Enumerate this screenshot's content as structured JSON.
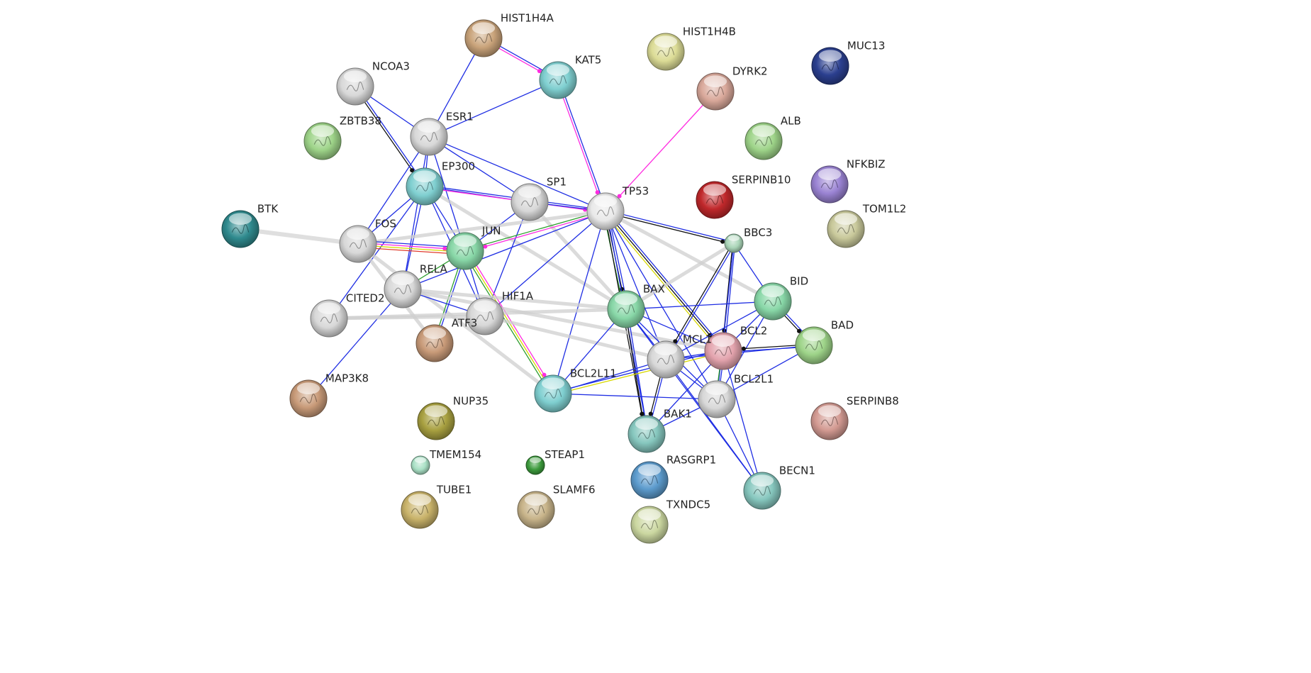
{
  "network": {
    "node_colors": {
      "grey": "#d8d8d8",
      "tan": "#c9a37a",
      "teal": "#7fcfd0",
      "olive": "#dcdc96",
      "rose": "#d9a89a",
      "navy": "#2b3f8f",
      "green": "#9ed489",
      "red": "#c0282b",
      "purple": "#9a83d3",
      "khaki": "#c9c99b",
      "darkteal": "#2f8a8e",
      "mint": "#88d7a7",
      "brown": "#c89a78",
      "mustard": "#a8a040",
      "paleteal": "#86c7be",
      "pink": "#e3a3ad",
      "salmon": "#d39a92",
      "steelblue": "#5c9bcd",
      "paleolive": "#cbd7a0",
      "lightmint": "#a9e0c5",
      "darkgreen": "#3c9a3c",
      "taupe": "#c8b48a",
      "gold": "#c9b36a",
      "sage": "#a9d4b7",
      "white": "#e9e9e9"
    },
    "edge_colors": {
      "blue": "#1f2ee3",
      "black": "#111111",
      "magenta": "#ff2ce0",
      "yellow": "#d8d800",
      "grey": "#d4d4d4",
      "lightgrey": "#cfcfcf",
      "green": "#2e9e2e",
      "red": "#e03a2a"
    },
    "nodes": [
      {
        "id": "HIST1H4A",
        "label": "HIST1H4A",
        "color": "tan"
      },
      {
        "id": "KAT5",
        "label": "KAT5",
        "color": "teal"
      },
      {
        "id": "HIST1H4B",
        "label": "HIST1H4B",
        "color": "olive"
      },
      {
        "id": "DYRK2",
        "label": "DYRK2",
        "color": "rose"
      },
      {
        "id": "MUC13",
        "label": "MUC13",
        "color": "navy"
      },
      {
        "id": "NCOA3",
        "label": "NCOA3",
        "color": "grey"
      },
      {
        "id": "ESR1",
        "label": "ESR1",
        "color": "grey"
      },
      {
        "id": "ZBTB38",
        "label": "ZBTB38",
        "color": "green"
      },
      {
        "id": "ALB",
        "label": "ALB",
        "color": "green"
      },
      {
        "id": "EP300",
        "label": "EP300",
        "color": "teal"
      },
      {
        "id": "SERPINB10",
        "label": "SERPINB10",
        "color": "red"
      },
      {
        "id": "NFKBIZ",
        "label": "NFKBIZ",
        "color": "purple"
      },
      {
        "id": "SP1",
        "label": "SP1",
        "color": "grey"
      },
      {
        "id": "TP53",
        "label": "TP53",
        "color": "white"
      },
      {
        "id": "TOM1L2",
        "label": "TOM1L2",
        "color": "khaki"
      },
      {
        "id": "BTK",
        "label": "BTK",
        "color": "darkteal"
      },
      {
        "id": "FOS",
        "label": "FOS",
        "color": "grey"
      },
      {
        "id": "JUN",
        "label": "JUN",
        "color": "mint"
      },
      {
        "id": "BBC3",
        "label": "BBC3",
        "color": "sage"
      },
      {
        "id": "RELA",
        "label": "RELA",
        "color": "grey"
      },
      {
        "id": "BID",
        "label": "BID",
        "color": "mint"
      },
      {
        "id": "CITED2",
        "label": "CITED2",
        "color": "grey"
      },
      {
        "id": "HIF1A",
        "label": "HIF1A",
        "color": "grey"
      },
      {
        "id": "BAX",
        "label": "BAX",
        "color": "mint"
      },
      {
        "id": "ATF3",
        "label": "ATF3",
        "color": "brown"
      },
      {
        "id": "BAD",
        "label": "BAD",
        "color": "green"
      },
      {
        "id": "BCL2",
        "label": "BCL2",
        "color": "pink"
      },
      {
        "id": "MCL1",
        "label": "MCL1",
        "color": "grey"
      },
      {
        "id": "BCL2L11",
        "label": "BCL2L11",
        "color": "teal"
      },
      {
        "id": "BCL2L1",
        "label": "BCL2L1",
        "color": "grey"
      },
      {
        "id": "MAP3K8",
        "label": "MAP3K8",
        "color": "brown"
      },
      {
        "id": "NUP35",
        "label": "NUP35",
        "color": "mustard"
      },
      {
        "id": "SERPINB8",
        "label": "SERPINB8",
        "color": "salmon"
      },
      {
        "id": "BAK1",
        "label": "BAK1",
        "color": "paleteal"
      },
      {
        "id": "TMEM154",
        "label": "TMEM154",
        "color": "lightmint"
      },
      {
        "id": "STEAP1",
        "label": "STEAP1",
        "color": "darkgreen"
      },
      {
        "id": "RASGRP1",
        "label": "RASGRP1",
        "color": "steelblue"
      },
      {
        "id": "BECN1",
        "label": "BECN1",
        "color": "paleteal"
      },
      {
        "id": "TUBE1",
        "label": "TUBE1",
        "color": "gold"
      },
      {
        "id": "SLAMF6",
        "label": "SLAMF6",
        "color": "taupe"
      },
      {
        "id": "TXNDC5",
        "label": "TXNDC5",
        "color": "paleolive"
      }
    ],
    "edges": [
      {
        "a": "HIST1H4A",
        "b": "KAT5",
        "color": "blue"
      },
      {
        "a": "HIST1H4A",
        "b": "KAT5",
        "color": "magenta"
      },
      {
        "a": "HIST1H4A",
        "b": "ESR1",
        "color": "blue"
      },
      {
        "a": "KAT5",
        "b": "ESR1",
        "color": "blue"
      },
      {
        "a": "KAT5",
        "b": "TP53",
        "color": "blue"
      },
      {
        "a": "KAT5",
        "b": "TP53",
        "color": "magenta"
      },
      {
        "a": "DYRK2",
        "b": "TP53",
        "color": "magenta"
      },
      {
        "a": "NCOA3",
        "b": "EP300",
        "color": "blue"
      },
      {
        "a": "NCOA3",
        "b": "EP300",
        "color": "black"
      },
      {
        "a": "NCOA3",
        "b": "ESR1",
        "color": "blue"
      },
      {
        "a": "ESR1",
        "b": "EP300",
        "color": "blue"
      },
      {
        "a": "ESR1",
        "b": "SP1",
        "color": "blue"
      },
      {
        "a": "ESR1",
        "b": "TP53",
        "color": "blue"
      },
      {
        "a": "ESR1",
        "b": "JUN",
        "color": "blue"
      },
      {
        "a": "ESR1",
        "b": "FOS",
        "color": "blue"
      },
      {
        "a": "ESR1",
        "b": "RELA",
        "color": "blue"
      },
      {
        "a": "EP300",
        "b": "SP1",
        "color": "blue"
      },
      {
        "a": "EP300",
        "b": "TP53",
        "color": "blue"
      },
      {
        "a": "EP300",
        "b": "TP53",
        "color": "magenta"
      },
      {
        "a": "EP300",
        "b": "JUN",
        "color": "blue"
      },
      {
        "a": "EP300",
        "b": "FOS",
        "color": "blue"
      },
      {
        "a": "EP300",
        "b": "RELA",
        "color": "blue"
      },
      {
        "a": "EP300",
        "b": "HIF1A",
        "color": "blue"
      },
      {
        "a": "EP300",
        "b": "CITED2",
        "color": "blue"
      },
      {
        "a": "EP300",
        "b": "BAX",
        "color": "lightgrey"
      },
      {
        "a": "SP1",
        "b": "TP53",
        "color": "blue"
      },
      {
        "a": "SP1",
        "b": "JUN",
        "color": "blue"
      },
      {
        "a": "SP1",
        "b": "HIF1A",
        "color": "blue"
      },
      {
        "a": "SP1",
        "b": "BAX",
        "color": "lightgrey"
      },
      {
        "a": "TP53",
        "b": "JUN",
        "color": "magenta"
      },
      {
        "a": "TP53",
        "b": "JUN",
        "color": "green"
      },
      {
        "a": "TP53",
        "b": "FOS",
        "color": "lightgrey"
      },
      {
        "a": "TP53",
        "b": "RELA",
        "color": "blue"
      },
      {
        "a": "TP53",
        "b": "HIF1A",
        "color": "blue"
      },
      {
        "a": "TP53",
        "b": "BBC3",
        "color": "blue"
      },
      {
        "a": "TP53",
        "b": "BBC3",
        "color": "black"
      },
      {
        "a": "TP53",
        "b": "BAX",
        "color": "blue"
      },
      {
        "a": "TP53",
        "b": "BAX",
        "color": "black"
      },
      {
        "a": "TP53",
        "b": "BAX",
        "color": "green"
      },
      {
        "a": "TP53",
        "b": "BCL2",
        "color": "blue"
      },
      {
        "a": "TP53",
        "b": "BCL2",
        "color": "black"
      },
      {
        "a": "TP53",
        "b": "BCL2",
        "color": "yellow"
      },
      {
        "a": "TP53",
        "b": "MCL1",
        "color": "blue"
      },
      {
        "a": "TP53",
        "b": "BCL2L1",
        "color": "blue"
      },
      {
        "a": "TP53",
        "b": "BAK1",
        "color": "blue"
      },
      {
        "a": "TP53",
        "b": "BAK1",
        "color": "black"
      },
      {
        "a": "TP53",
        "b": "BID",
        "color": "lightgrey"
      },
      {
        "a": "TP53",
        "b": "BCL2L11",
        "color": "blue"
      },
      {
        "a": "BTK",
        "b": "FOS",
        "color": "grey"
      },
      {
        "a": "FOS",
        "b": "JUN",
        "color": "blue"
      },
      {
        "a": "FOS",
        "b": "JUN",
        "color": "magenta"
      },
      {
        "a": "FOS",
        "b": "JUN",
        "color": "yellow"
      },
      {
        "a": "FOS",
        "b": "JUN",
        "color": "red"
      },
      {
        "a": "FOS",
        "b": "ATF3",
        "color": "lightgrey"
      },
      {
        "a": "FOS",
        "b": "BCL2L11",
        "color": "lightgrey"
      },
      {
        "a": "JUN",
        "b": "RELA",
        "color": "green"
      },
      {
        "a": "JUN",
        "b": "ATF3",
        "color": "blue"
      },
      {
        "a": "JUN",
        "b": "ATF3",
        "color": "green"
      },
      {
        "a": "JUN",
        "b": "BCL2L11",
        "color": "magenta"
      },
      {
        "a": "JUN",
        "b": "BCL2L11",
        "color": "yellow"
      },
      {
        "a": "JUN",
        "b": "BCL2L11",
        "color": "green"
      },
      {
        "a": "JUN",
        "b": "HIF1A",
        "color": "blue"
      },
      {
        "a": "RELA",
        "b": "MAP3K8",
        "color": "blue"
      },
      {
        "a": "RELA",
        "b": "BAX",
        "color": "lightgrey"
      },
      {
        "a": "RELA",
        "b": "BCL2",
        "color": "lightgrey"
      },
      {
        "a": "RELA",
        "b": "HIF1A",
        "color": "blue"
      },
      {
        "a": "CITED2",
        "b": "BAX",
        "color": "lightgrey"
      },
      {
        "a": "CITED2",
        "b": "HIF1A",
        "color": "lightgrey"
      },
      {
        "a": "HIF1A",
        "b": "MCL1",
        "color": "lightgrey"
      },
      {
        "a": "BBC3",
        "b": "BID",
        "color": "blue"
      },
      {
        "a": "BBC3",
        "b": "BCL2",
        "color": "blue"
      },
      {
        "a": "BBC3",
        "b": "BCL2",
        "color": "black"
      },
      {
        "a": "BBC3",
        "b": "MCL1",
        "color": "blue"
      },
      {
        "a": "BBC3",
        "b": "MCL1",
        "color": "black"
      },
      {
        "a": "BBC3",
        "b": "BCL2L1",
        "color": "blue"
      },
      {
        "a": "BBC3",
        "b": "BAX",
        "color": "lightgrey"
      },
      {
        "a": "BID",
        "b": "BAD",
        "color": "blue"
      },
      {
        "a": "BID",
        "b": "BAD",
        "color": "black"
      },
      {
        "a": "BID",
        "b": "BCL2",
        "color": "blue"
      },
      {
        "a": "BID",
        "b": "MCL1",
        "color": "blue"
      },
      {
        "a": "BID",
        "b": "BCL2L1",
        "color": "blue"
      },
      {
        "a": "BID",
        "b": "BAX",
        "color": "blue"
      },
      {
        "a": "BAD",
        "b": "BCL2",
        "color": "blue"
      },
      {
        "a": "BAD",
        "b": "BCL2",
        "color": "black"
      },
      {
        "a": "BAD",
        "b": "BCL2L1",
        "color": "blue"
      },
      {
        "a": "BAD",
        "b": "MCL1",
        "color": "blue"
      },
      {
        "a": "BAX",
        "b": "BCL2",
        "color": "blue"
      },
      {
        "a": "BAX",
        "b": "MCL1",
        "color": "blue"
      },
      {
        "a": "BAX",
        "b": "BCL2L1",
        "color": "blue"
      },
      {
        "a": "BAX",
        "b": "BAK1",
        "color": "blue"
      },
      {
        "a": "BAX",
        "b": "BAK1",
        "color": "black"
      },
      {
        "a": "BAX",
        "b": "BCL2L11",
        "color": "blue"
      },
      {
        "a": "BAX",
        "b": "BECN1",
        "color": "blue"
      },
      {
        "a": "BCL2",
        "b": "MCL1",
        "color": "blue"
      },
      {
        "a": "BCL2",
        "b": "BCL2L1",
        "color": "blue"
      },
      {
        "a": "BCL2",
        "b": "BCL2L1",
        "color": "green"
      },
      {
        "a": "BCL2",
        "b": "BCL2L11",
        "color": "yellow"
      },
      {
        "a": "BCL2",
        "b": "BCL2L11",
        "color": "blue"
      },
      {
        "a": "BCL2",
        "b": "BAK1",
        "color": "blue"
      },
      {
        "a": "BCL2",
        "b": "BECN1",
        "color": "blue"
      },
      {
        "a": "MCL1",
        "b": "BCL2L1",
        "color": "blue"
      },
      {
        "a": "MCL1",
        "b": "BAK1",
        "color": "blue"
      },
      {
        "a": "MCL1",
        "b": "BAK1",
        "color": "black"
      },
      {
        "a": "MCL1",
        "b": "BCL2L11",
        "color": "blue"
      },
      {
        "a": "MCL1",
        "b": "BECN1",
        "color": "blue"
      },
      {
        "a": "BCL2L1",
        "b": "BAK1",
        "color": "blue"
      },
      {
        "a": "BCL2L1",
        "b": "BCL2L11",
        "color": "blue"
      },
      {
        "a": "BCL2L1",
        "b": "BECN1",
        "color": "blue"
      }
    ]
  }
}
